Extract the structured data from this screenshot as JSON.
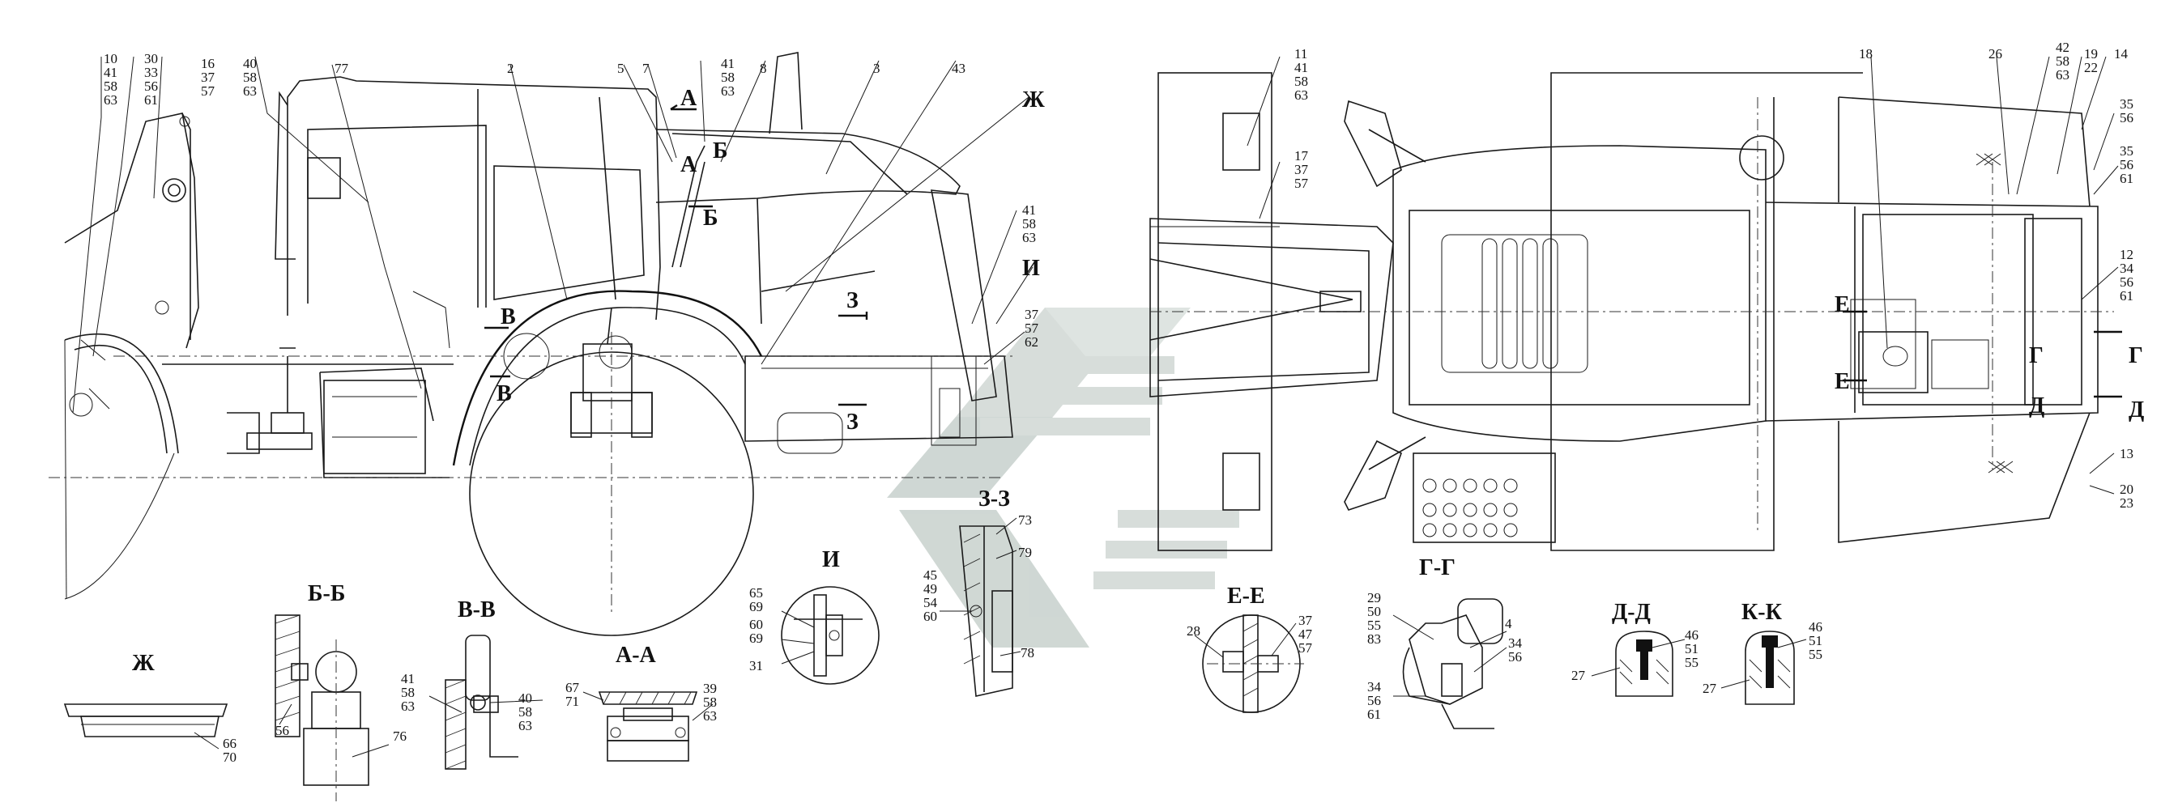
{
  "callouts": {
    "c10": [
      "10",
      "41",
      "58",
      "63"
    ],
    "c30": [
      "30",
      "33",
      "56",
      "61"
    ],
    "c16": [
      "16",
      "37",
      "57"
    ],
    "c40a": [
      "40",
      "58",
      "63"
    ],
    "c77": [
      "77"
    ],
    "c2": [
      "2"
    ],
    "c5": [
      "5"
    ],
    "c7": [
      "7"
    ],
    "c41a": [
      "41",
      "58",
      "63"
    ],
    "c8": [
      "8"
    ],
    "c3": [
      "3"
    ],
    "c43": [
      "43"
    ],
    "cZh": [
      "Ж"
    ],
    "c41b": [
      "41",
      "58",
      "63"
    ],
    "cI": [
      "И"
    ],
    "c37a": [
      "37",
      "57",
      "62"
    ],
    "c11": [
      "11",
      "41",
      "58",
      "63"
    ],
    "c17": [
      "17",
      "37",
      "57"
    ],
    "c18": [
      "18"
    ],
    "c26": [
      "26"
    ],
    "c42": [
      "42",
      "58",
      "63"
    ],
    "c19": [
      "19",
      "22"
    ],
    "c14": [
      "14"
    ],
    "c35a": [
      "35",
      "56"
    ],
    "c35b": [
      "35",
      "56",
      "61"
    ],
    "c12": [
      "12",
      "34",
      "56",
      "61"
    ],
    "c13": [
      "13"
    ],
    "c20": [
      "20",
      "23"
    ],
    "s_zh_l": [
      "Ж"
    ],
    "s_66": [
      "66",
      "70"
    ],
    "s_56": [
      "56"
    ],
    "s_76": [
      "76"
    ],
    "s_41": [
      "41",
      "58",
      "63"
    ],
    "s_40": [
      "40",
      "58",
      "63"
    ],
    "s_67": [
      "67",
      "71"
    ],
    "s_39": [
      "39",
      "58",
      "63"
    ],
    "s_65": [
      "65",
      "69",
      "60",
      "69"
    ],
    "s_31": [
      "31"
    ],
    "s_45": [
      "45",
      "49",
      "54",
      "60"
    ],
    "s_73": [
      "73"
    ],
    "s_79": [
      "79"
    ],
    "s_78": [
      "78"
    ],
    "s_28": [
      "28"
    ],
    "s_37": [
      "37",
      "47",
      "57"
    ],
    "s_29": [
      "29",
      "50",
      "55",
      "83"
    ],
    "s_4": [
      "4"
    ],
    "s_34a": [
      "34",
      "56"
    ],
    "s_34b": [
      "34",
      "56",
      "61"
    ],
    "s_46a": [
      "46",
      "51",
      "55"
    ],
    "s_27a": [
      "27"
    ],
    "s_46b": [
      "46",
      "51",
      "55"
    ],
    "s_27b": [
      "27"
    ]
  },
  "section_titles": {
    "bb": "Б-Б",
    "vv": "В-В",
    "aa": "А-А",
    "i": "И",
    "zz": "З-З",
    "ee": "Е-Е",
    "gg": "Г-Г",
    "dd": "Д-Д",
    "kk": "К-К",
    "zh": "Ж"
  },
  "section_marks": {
    "a": "А",
    "b": "Б",
    "v": "В",
    "z": "З",
    "e": "Е",
    "g": "Г",
    "d": "Д"
  },
  "colors": {
    "line": "#1a1a1a",
    "watermark": "#b7c2bd"
  },
  "watermark": {
    "icon": "brand-chevron-logo"
  }
}
